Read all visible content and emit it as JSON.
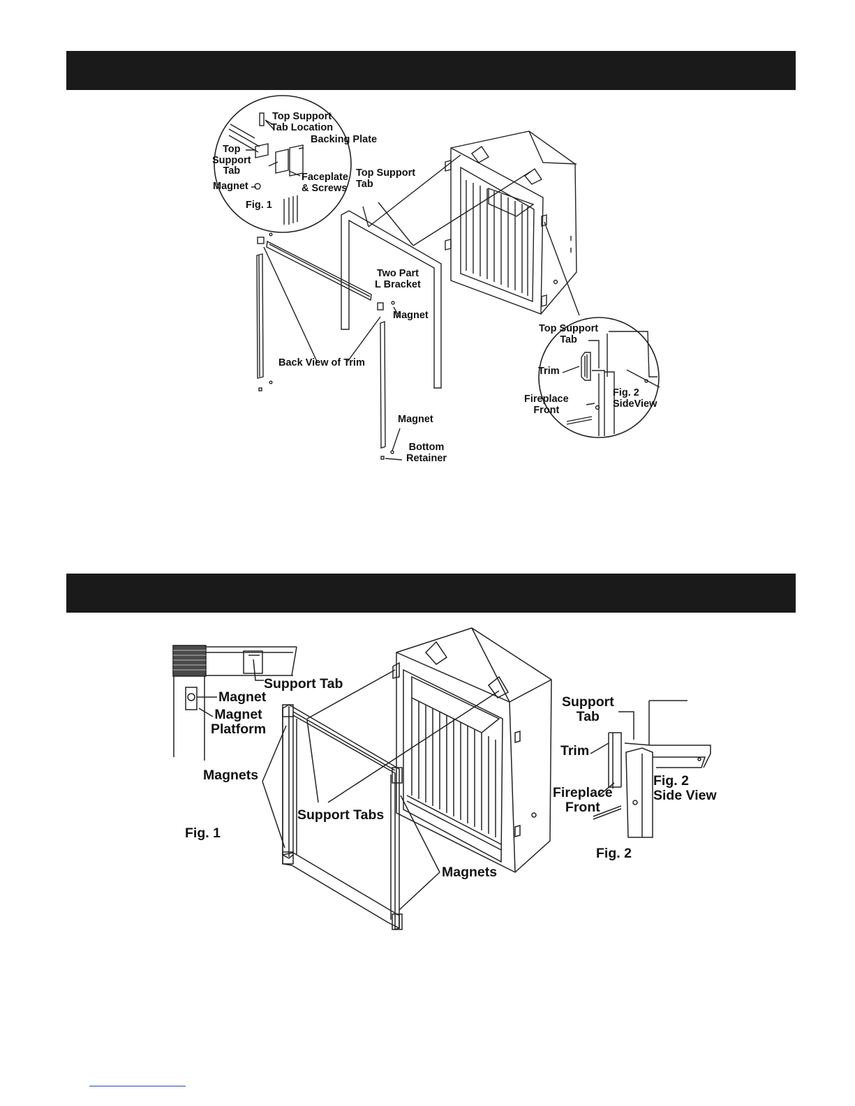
{
  "figure_top": {
    "labels": {
      "top_support_tab_location": "Top Support\nTab Location",
      "backing_plate": "Backing Plate",
      "top_support_tab_fig1": "Top\nSupport\nTab",
      "faceplate_screws": "Faceplate\n& Screws",
      "magnet_fig1": "Magnet",
      "fig1": "Fig. 1",
      "top_support_tab_main": "Top Support\nTab",
      "two_part_l_bracket": "Two Part\nL Bracket",
      "magnet_upper": "Magnet",
      "back_view_of_trim": "Back View of Trim",
      "top_support_tab_fig2": "Top Support\nTab",
      "trim": "Trim",
      "fireplace_front": "Fireplace\nFront",
      "fig2_side_view": "Fig. 2\nSideView",
      "magnet_lower": "Magnet",
      "bottom_retainer": "Bottom\nRetainer"
    }
  },
  "figure_bottom": {
    "labels": {
      "support_tab": "Support Tab",
      "magnet": "Magnet",
      "magnet_platform": "Magnet\nPlatform",
      "magnets_left": "Magnets",
      "support_tabs": "Support Tabs",
      "fig1": "Fig. 1",
      "magnets_right": "Magnets",
      "support_tab_fig2": "Support\nTab",
      "trim": "Trim",
      "fireplace_front": "Fireplace\nFront",
      "fig2_side_view": "Fig. 2\nSide View",
      "fig2": "Fig. 2"
    }
  }
}
